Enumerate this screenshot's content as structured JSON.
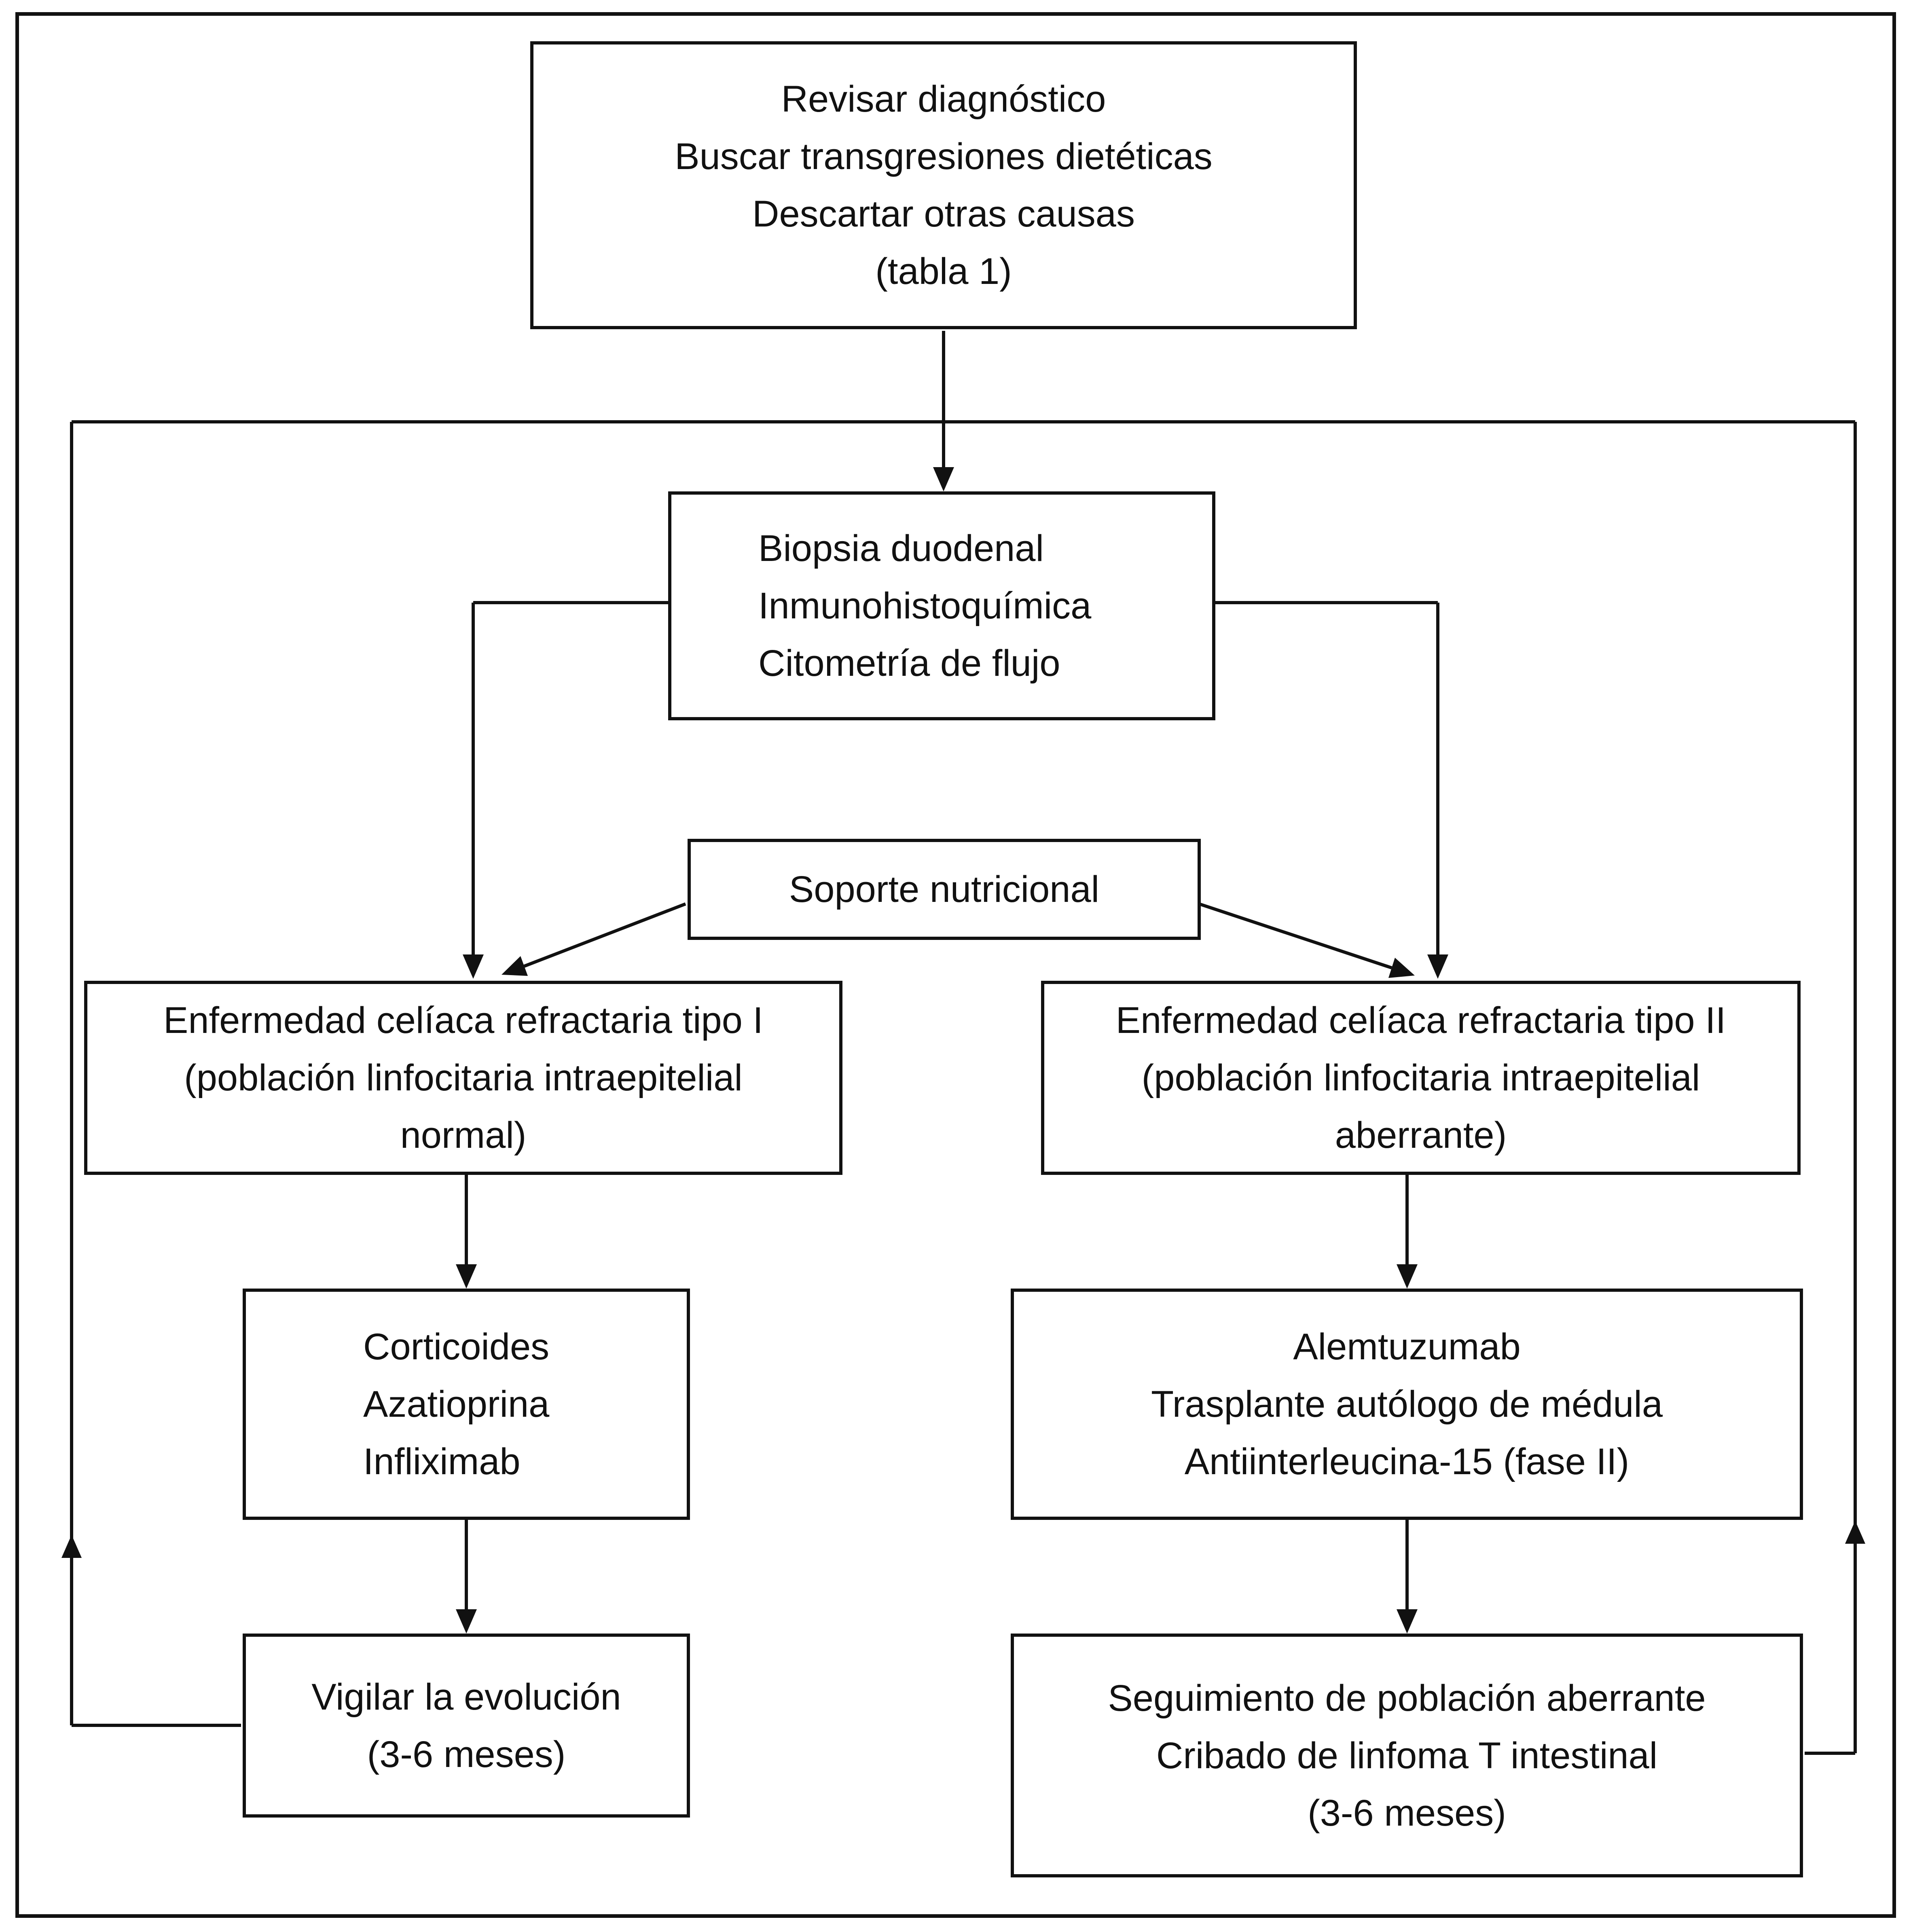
{
  "figure": {
    "kind": "flowchart",
    "language": "es",
    "background_color": "#ffffff",
    "line_color": "#111111"
  },
  "boxes": {
    "revisar": {
      "lines": [
        "Revisar diagnóstico",
        "Buscar transgresiones dietéticas",
        "Descartar otras causas",
        "(tabla 1)"
      ]
    },
    "biopsia": {
      "lines": [
        "Biopsia duodenal",
        "Inmunohistoquímica",
        "Citometría de flujo"
      ]
    },
    "soporte": {
      "lines": [
        "Soporte nutricional"
      ]
    },
    "tipo1": {
      "lines": [
        "Enfermedad celíaca refractaria tipo I",
        "(población linfocitaria intraepitelial",
        "normal)"
      ]
    },
    "tipo2": {
      "lines": [
        "Enfermedad celíaca refractaria tipo II",
        "(población linfocitaria intraepitelial",
        "aberrante)"
      ]
    },
    "corticoides": {
      "lines": [
        "Corticoides",
        "Azatioprina",
        "Infliximab"
      ]
    },
    "alemtuzumab": {
      "lines": [
        "Alemtuzumab",
        "Trasplante autólogo de médula",
        "Antiinterleucina-15 (fase II)"
      ]
    },
    "vigilar": {
      "lines": [
        "Vigilar la evolución",
        "(3-6 meses)"
      ]
    },
    "seguimiento": {
      "lines": [
        "Seguimiento de población aberrante",
        "Cribado de linfoma T intestinal",
        "(3-6 meses)"
      ]
    }
  }
}
